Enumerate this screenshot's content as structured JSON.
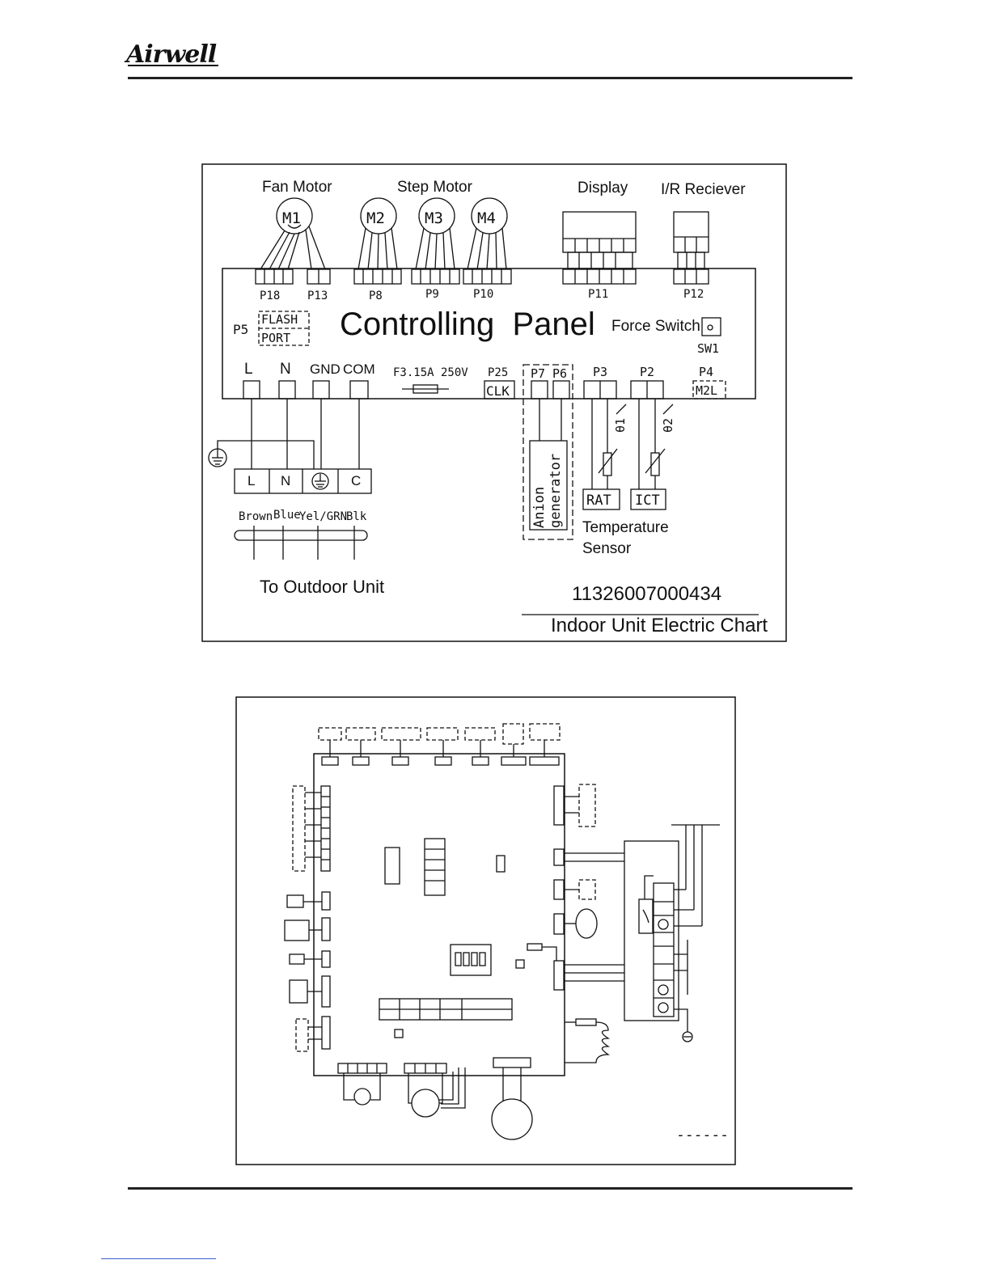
{
  "header": {
    "logo_text": "Airwell"
  },
  "chart1": {
    "motors": {
      "fan_motor_label": "Fan Motor",
      "step_motor_label": "Step Motor",
      "m1": "M1",
      "m2": "M2",
      "m3": "M3",
      "m4": "M4"
    },
    "display_label": "Display",
    "ir_receiver_label": "I/R Reciever",
    "panel_title": "Controlling  Panel",
    "force_switch_label": "Force Switch",
    "sw1": "SW1",
    "ports_top": {
      "p18": "P18",
      "p13": "P13",
      "p8": "P8",
      "p9": "P9",
      "p10": "P10",
      "p11": "P11",
      "p12": "P12"
    },
    "p5": "P5",
    "flash_port": {
      "line1": "FLASH",
      "line2": "PORT"
    },
    "terminals_panel": {
      "l": "L",
      "n": "N",
      "gnd": "GND",
      "com": "COM"
    },
    "fuse": "F3.15A 250V",
    "p25": "P25",
    "clk": "CLK",
    "p7": "P7",
    "p6": "P6",
    "p3": "P3",
    "p2": "P2",
    "p4": "P4",
    "m2l": "M2L",
    "theta1": "θ1",
    "theta2": "θ2",
    "terminal_block": {
      "l": "L",
      "n": "N",
      "c": "C"
    },
    "wire_colors": {
      "brown": "Brown",
      "blue": "Blue",
      "yelgrn": "Yel/GRN",
      "blk": "Blk"
    },
    "anion_generator": {
      "line1": "Anion",
      "line2": "generator"
    },
    "rat": "RAT",
    "ict": "ICT",
    "temperature_sensor": {
      "line1": "Temperature",
      "line2": "Sensor"
    },
    "to_outdoor_unit": "To Outdoor Unit",
    "part_number": "11326007000434",
    "chart_title": "Indoor Unit Electric Chart"
  },
  "chart2": {
    "legend_dash": "------"
  }
}
